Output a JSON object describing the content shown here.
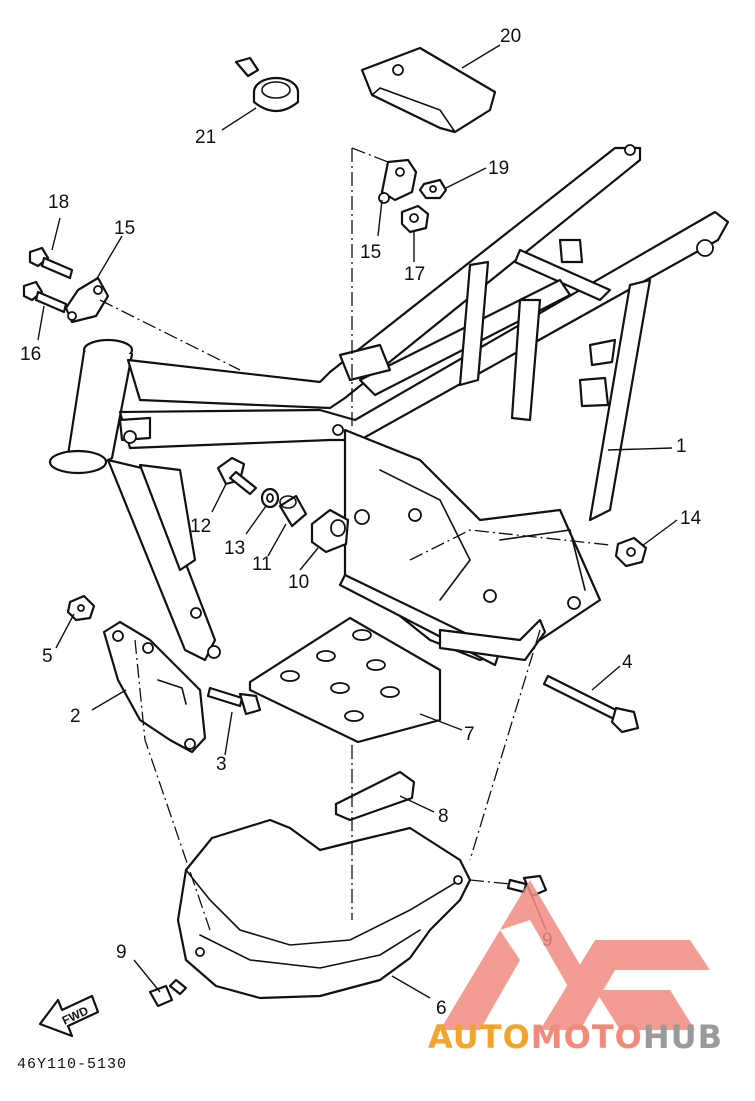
{
  "diagram": {
    "code": "46Y110-5130",
    "fwd_label": "FWD",
    "callouts": {
      "c1": "1",
      "c2": "2",
      "c3": "3",
      "c4": "4",
      "c5": "5",
      "c6": "6",
      "c7": "7",
      "c8": "8",
      "c9a": "9",
      "c9b": "9",
      "c10": "10",
      "c11": "11",
      "c12": "12",
      "c13": "13",
      "c14": "14",
      "c15a": "15",
      "c15b": "15",
      "c16": "16",
      "c17": "17",
      "c18": "18",
      "c19": "19",
      "c20": "20",
      "c21": "21"
    }
  },
  "watermark": {
    "part1": "AUTO",
    "part2": "MOTO",
    "part3": "HUB",
    "colors": {
      "auto": "#f3a52b",
      "moto": "#f08a7a",
      "hub": "#9a9a9a",
      "logo": "#f28b82"
    }
  }
}
